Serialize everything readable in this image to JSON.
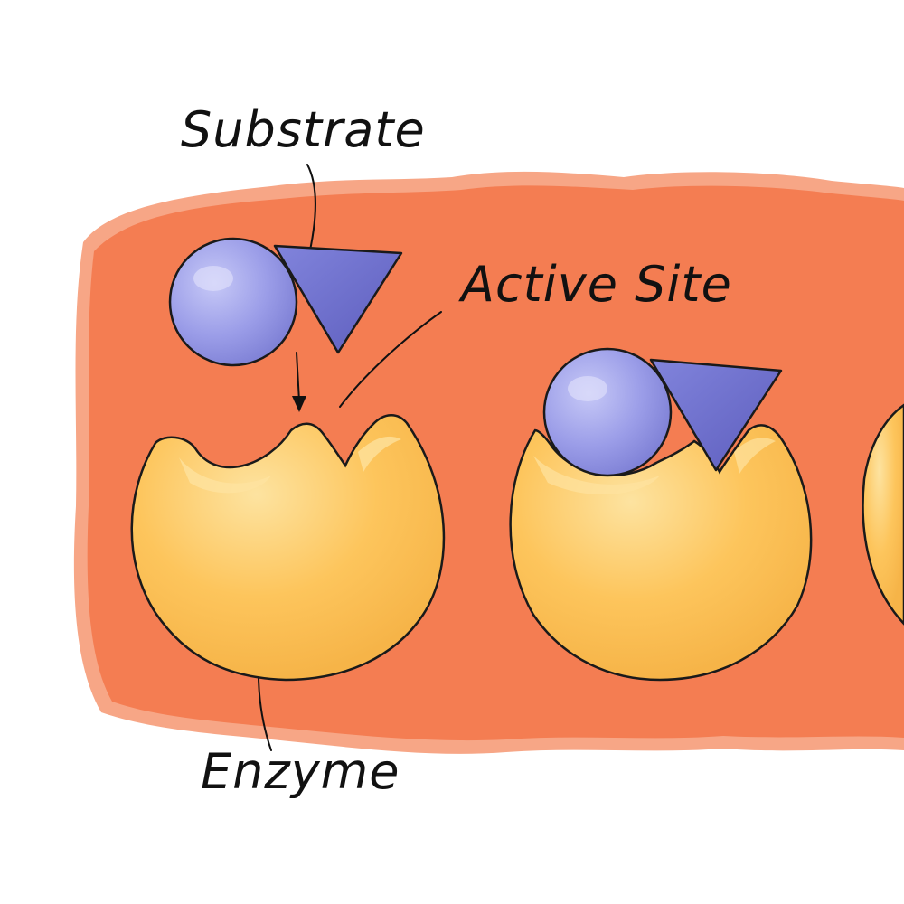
{
  "labels": {
    "substrate": "Substrate",
    "active_site": "Active Site",
    "enzyme": "Enzyme"
  },
  "colors": {
    "background_wash": "#f47d52",
    "wash_edge": "#f7a686",
    "enzyme_fill": "#fdc55c",
    "enzyme_highlight": "#fde3a0",
    "substrate_circle": "#9b9de8",
    "substrate_triangle": "#6b6bc8",
    "outline": "#1a1a1a"
  },
  "icons": {
    "substrate_circle": "circle-icon",
    "substrate_triangle": "triangle-icon",
    "enzyme": "pacman-enzyme-icon"
  }
}
